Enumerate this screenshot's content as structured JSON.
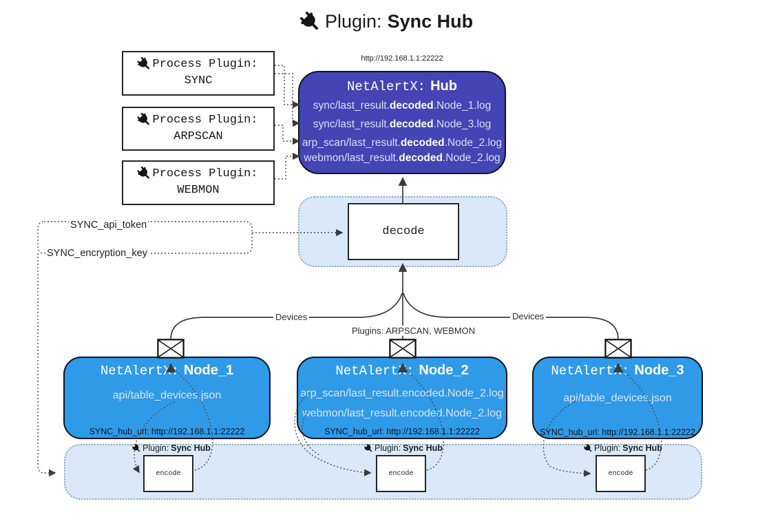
{
  "title": {
    "prefix": "Plugin:",
    "name": "Sync Hub"
  },
  "hub": {
    "url_label": "http://192.168.1.1:22222",
    "title_prefix": "NetAlertX:",
    "title_name": "Hub",
    "logs": [
      {
        "pre": "sync/last_result.",
        "bold": "decoded",
        "post": ".Node_1.log"
      },
      {
        "pre": "sync/last_result.",
        "bold": "decoded",
        "post": ".Node_3.log"
      },
      {
        "pre": "arp_scan/last_result.",
        "bold": "decoded",
        "post": ".Node_2.log"
      },
      {
        "pre": "webmon/last_result.",
        "bold": "decoded",
        "post": ".Node_2.log"
      }
    ]
  },
  "process_plugins": [
    {
      "label": "Process Plugin:",
      "name": "SYNC"
    },
    {
      "label": "Process Plugin:",
      "name": "ARPSCAN"
    },
    {
      "label": "Process Plugin:",
      "name": "WEBMON"
    }
  ],
  "keys": {
    "api_token": "SYNC_api_token",
    "encryption_key": "SYNC_encryption_key"
  },
  "edge_labels": {
    "left": "Devices",
    "middle": "Plugins: ARPSCAN, WEBMON",
    "right": "Devices"
  },
  "decode": {
    "label": "decode"
  },
  "nodes": [
    {
      "title_prefix": "NetAlertX:",
      "title_name": "Node_1",
      "files": [
        "api/table_devices.json"
      ],
      "hub_url": "SYNC_hub_url: http://192.168.1.1:22222"
    },
    {
      "title_prefix": "NetAlertX:",
      "title_name": "Node_2",
      "files": [
        "arp_scan/last_result.encoded.Node_2.log",
        "webmon/last_result.encoded.Node_2.log"
      ],
      "hub_url": "SYNC_hub_url: http://192.168.1.1:22222"
    },
    {
      "title_prefix": "NetAlertX:",
      "title_name": "Node_3",
      "files": [
        "api/table_devices.json"
      ],
      "hub_url": "SYNC_hub_url: http://192.168.1.1:22222"
    }
  ],
  "encoders": [
    {
      "plugin_prefix": "Plugin:",
      "plugin_name": "Sync Hub",
      "label": "encode"
    },
    {
      "plugin_prefix": "Plugin:",
      "plugin_name": "Sync Hub",
      "label": "encode"
    },
    {
      "plugin_prefix": "Plugin:",
      "plugin_name": "Sync Hub",
      "label": "encode"
    }
  ],
  "colors": {
    "hub_fill": "#4345b5",
    "node_fill": "#2f9ae8",
    "container_fill": "#d9e9f9",
    "container_border": "#8fa6bc",
    "line": "#3a3a3a"
  }
}
